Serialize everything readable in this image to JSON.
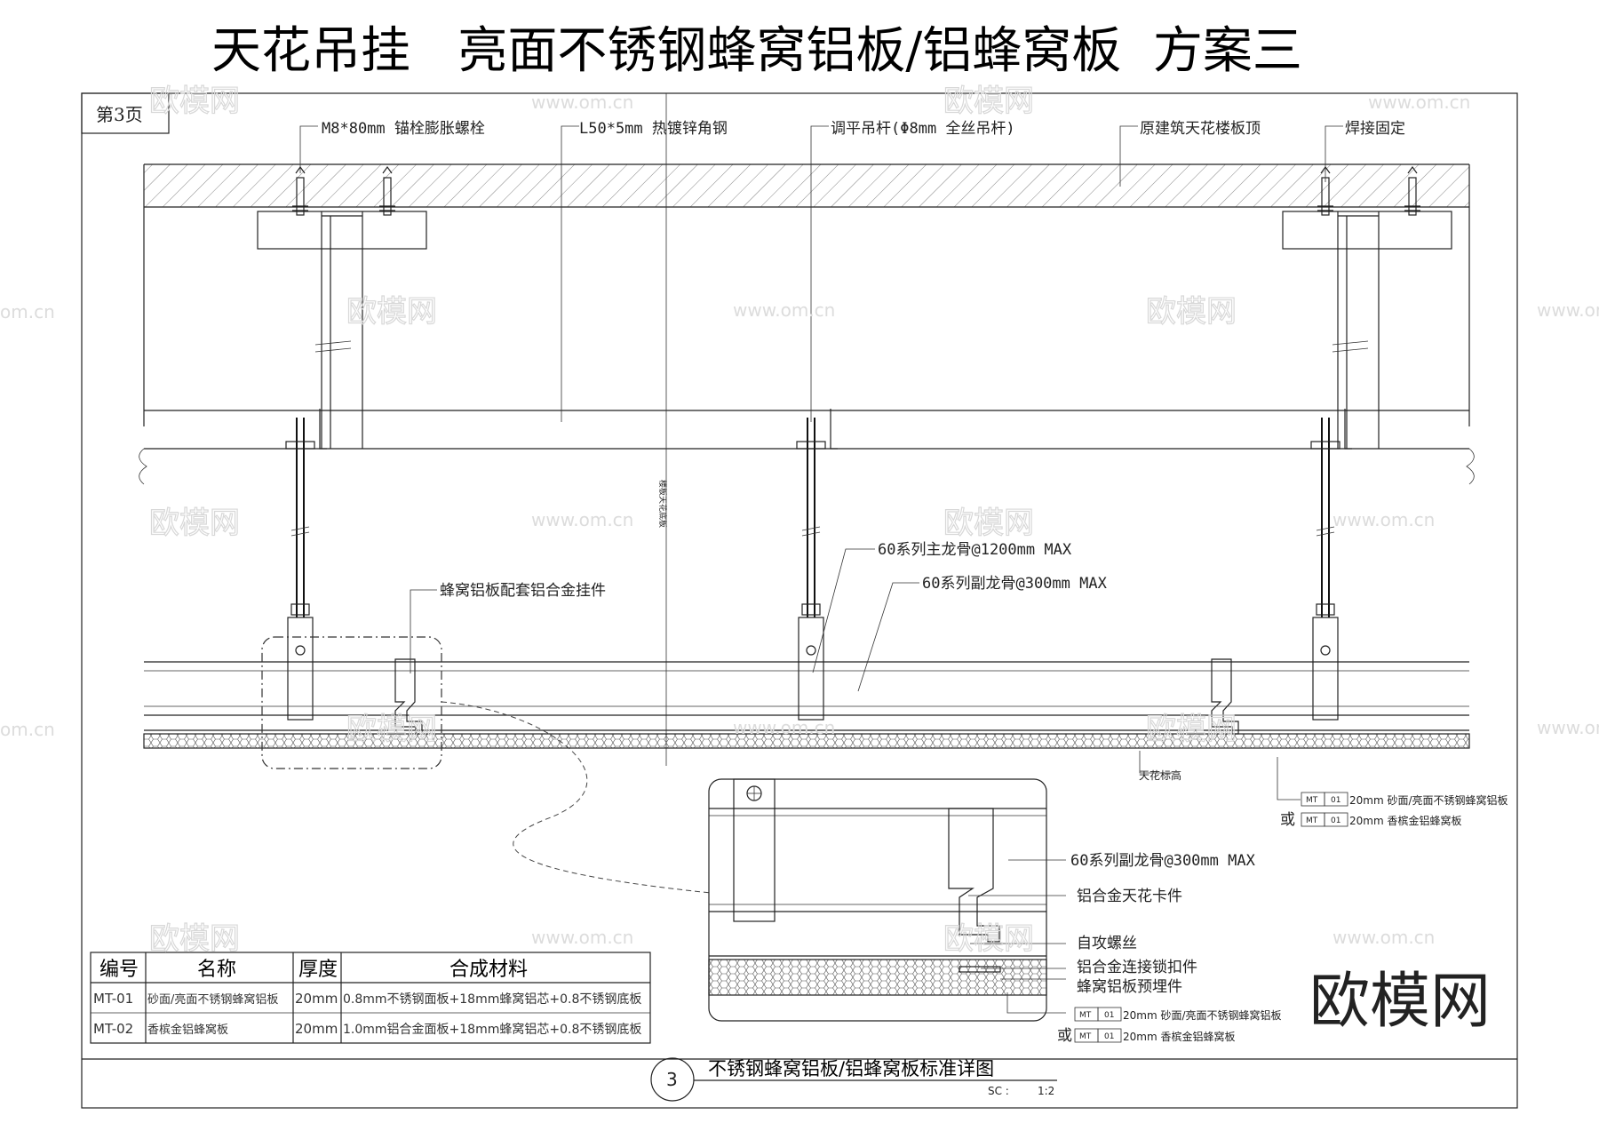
{
  "title": "天花吊挂   亮面不锈钢蜂窝铝板/铝蜂窝板  方案三",
  "page_label": "第3页",
  "watermarks": {
    "brand": "欧模网",
    "url": "www.om.cn",
    "url_partial": "om.cn",
    "corner_brand": "欧模网"
  },
  "labels": {
    "anchor_bolt": "M8*80mm 锚栓膨胀螺栓",
    "angle_steel": "L50*5mm 热镀锌角钢",
    "hanger_rod": "调平吊杆(Φ8mm 全丝吊杆)",
    "slab": "原建筑天花楼板顶",
    "weld": "焊接固定",
    "main_keel": "60系列主龙骨@1200mm  MAX",
    "sub_keel": "60系列副龙骨@300mm    MAX",
    "hanger_clip": "蜂窝铝板配套铝合金挂件",
    "ceiling_level": "天花标高",
    "center_note": "楼板天花底板",
    "spec_line1": "20mm 砂面/亮面不锈钢蜂窝铝板",
    "spec_line2": "20mm 香槟金铝蜂窝板",
    "or": "或",
    "tag_a": "MT",
    "tag_b": "01"
  },
  "detail_labels": {
    "sub_keel": "60系列副龙骨@300mm    MAX",
    "clip": "铝合金天花卡件",
    "screw": "自攻螺丝",
    "lock": "铝合金连接锁扣件",
    "embed": "蜂窝铝板预埋件",
    "spec_line1": "20mm 砂面/亮面不锈钢蜂窝铝板",
    "spec_line2": "20mm 香槟金铝蜂窝板",
    "or": "或",
    "tag_a": "MT",
    "tag_b": "01"
  },
  "material_table": {
    "headers": [
      "编号",
      "名称",
      "厚度",
      "合成材料"
    ],
    "rows": [
      [
        "MT-01",
        "砂面/亮面不锈钢蜂窝铝板",
        "20mm",
        "0.8mm不锈钢面板+18mm蜂窝铝芯+0.8不锈钢底板"
      ],
      [
        "MT-02",
        "香槟金铝蜂窝板",
        "20mm",
        "1.0mm铝合金面板+18mm蜂窝铝芯+0.8不锈钢底板"
      ]
    ]
  },
  "footer": {
    "number": "3",
    "caption": "不锈钢蜂窝铝板/铝蜂窝板标准详图",
    "scale_label": "SC :",
    "scale_value": "1:2"
  }
}
